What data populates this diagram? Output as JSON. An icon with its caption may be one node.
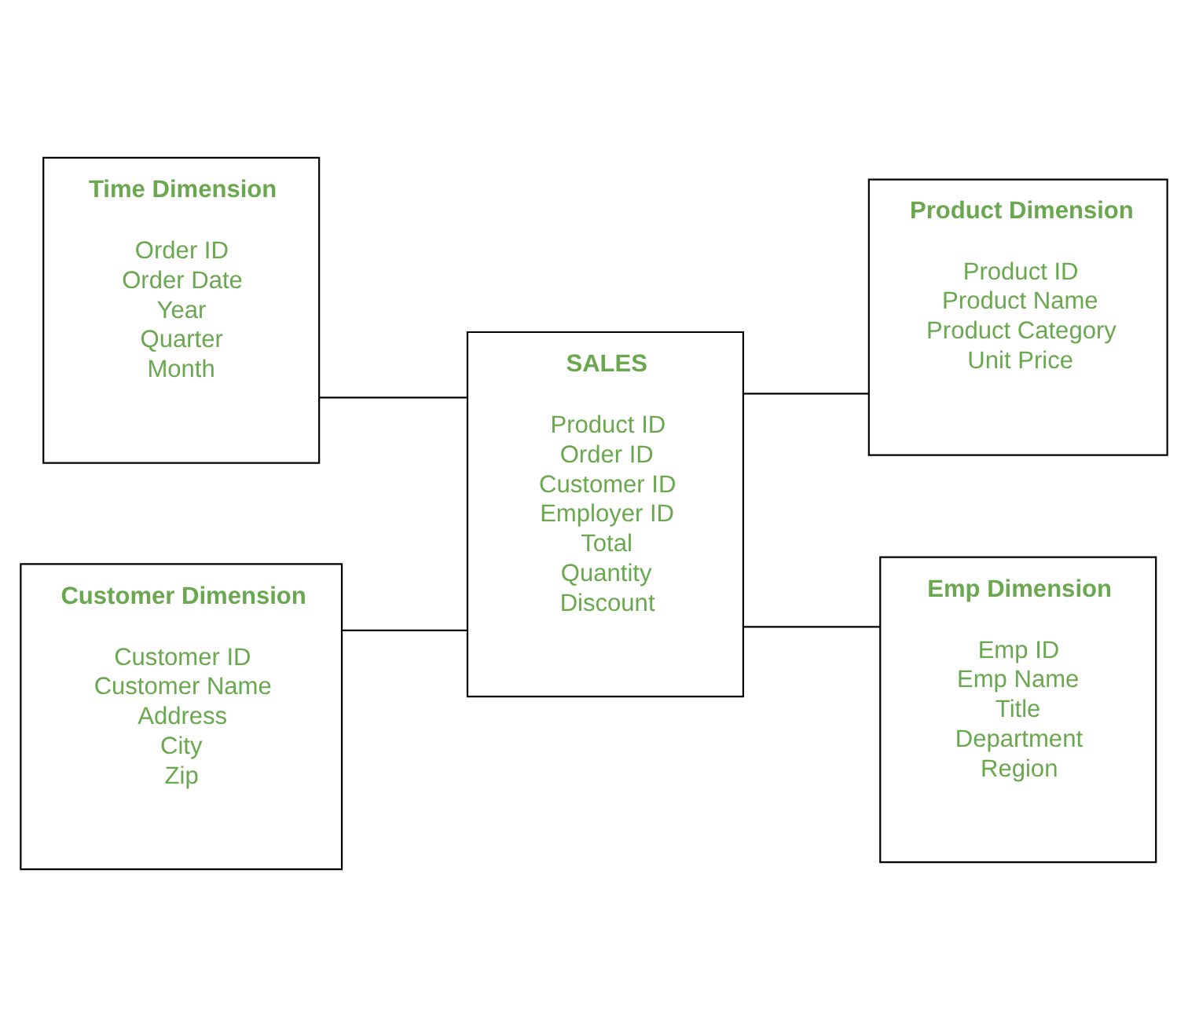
{
  "diagram": {
    "nodes": [
      {
        "text": [
          "Time Dimension",
          "Order ID",
          "Order Date",
          "Year",
          "Quarter",
          "Month"
        ]
      },
      {
        "text": [
          "Product Dimension",
          "Product ID",
          "Product Name",
          "Product Category",
          "Unit Price"
        ]
      },
      {
        "text": [
          "SALES",
          "Product ID",
          "Order ID",
          "Customer ID",
          "Employer ID",
          "Total",
          "Quantity",
          "Discount"
        ]
      },
      {
        "text": [
          "Customer Dimension",
          "Customer ID",
          "Customer Name",
          "Address",
          "City",
          "Zip"
        ]
      },
      {
        "text": [
          "Emp Dimension",
          "Emp ID",
          "Emp Name",
          "Title",
          "Department",
          "Region"
        ]
      }
    ],
    "edges": [
      {
        "from": 0,
        "to": 2,
        "arrow": "none"
      },
      {
        "from": 2,
        "to": 1,
        "arrow": "none"
      },
      {
        "from": 2,
        "to": 4,
        "arrow": "none"
      },
      {
        "from": 3,
        "to": 2,
        "arrow": "none"
      }
    ]
  }
}
